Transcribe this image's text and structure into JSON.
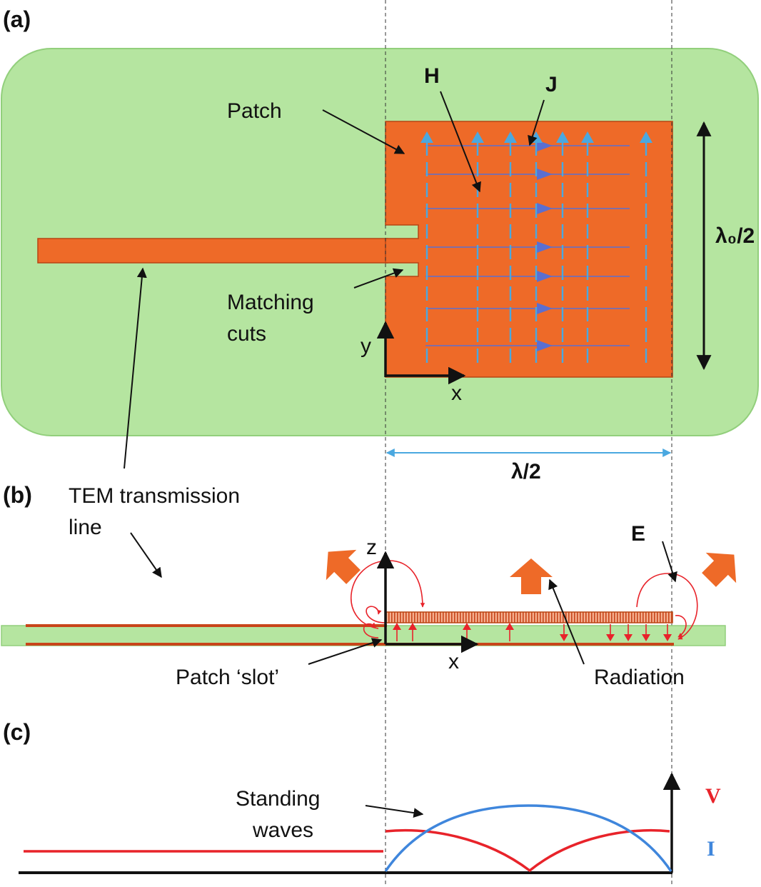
{
  "panels": {
    "a": "(a)",
    "b": "(b)",
    "c": "(c)"
  },
  "labels": {
    "patch": "Patch",
    "h": "H",
    "j": "J",
    "lambda0_half": "λ₀/2",
    "matching_line1": "Matching",
    "matching_line2": "cuts",
    "axis_y": "y",
    "axis_x": "x",
    "lambda_half": "λ/2",
    "tem_line1": "TEM transmission",
    "tem_line2": "line",
    "e": "E",
    "axis_z": "z",
    "axis_x_b": "x",
    "patch_slot": "Patch ‘slot’",
    "radiation": "Radiation",
    "standing_line1": "Standing",
    "standing_line2": "waves",
    "v": "V",
    "i": "I"
  },
  "colors": {
    "substrate": "#b5e5a0",
    "substrate_edge": "#92cf7c",
    "copper": "#ee6a28",
    "copper_edge": "#b84512",
    "current": "#4aa8e0",
    "field_line": "#5b6fd0",
    "e_field": "#e8232a",
    "voltage": "#e8232a",
    "current_wave": "#3f86dc"
  }
}
